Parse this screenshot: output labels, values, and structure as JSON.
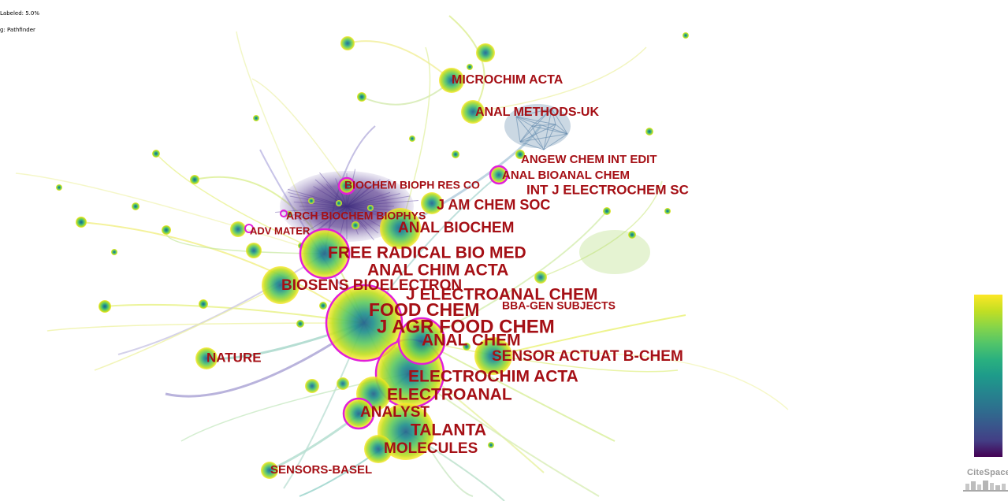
{
  "meta_lines": [
    "Labeled: 5.0%",
    "g: Pathfinder"
  ],
  "colors": {
    "label": "#a50f15",
    "burst_ring": "#e11fd8",
    "node_core": "#2a8a8a",
    "node_outer": "#e8e832"
  },
  "legend": {
    "type": "color-bar",
    "scale": "viridis (top yellow → bottom purple)"
  },
  "logo_text": "CiteSpace",
  "journals": [
    {
      "name": "MICROCHIM ACTA",
      "size": 16
    },
    {
      "name": "ANAL METHODS-UK",
      "size": 16
    },
    {
      "name": "ANGEW CHEM INT EDIT",
      "size": 15
    },
    {
      "name": "ANAL BIOANAL CHEM",
      "size": 15
    },
    {
      "name": "INT J ELECTROCHEM SC",
      "size": 17
    },
    {
      "name": "BIOCHEM BIOPH RES CO",
      "size": 14
    },
    {
      "name": "J AM CHEM SOC",
      "size": 18
    },
    {
      "name": "ARCH BIOCHEM BIOPHYS",
      "size": 14
    },
    {
      "name": "ADV MATER",
      "size": 13
    },
    {
      "name": "ANAL BIOCHEM",
      "size": 19
    },
    {
      "name": "FREE RADICAL BIO MED",
      "size": 21
    },
    {
      "name": "ANAL CHIM ACTA",
      "size": 21
    },
    {
      "name": "BIOSENS BIOELECTRON",
      "size": 19
    },
    {
      "name": "J ELECTROANAL CHEM",
      "size": 21
    },
    {
      "name": "FOOD CHEM",
      "size": 23
    },
    {
      "name": "BBA-GEN SUBJECTS",
      "size": 14
    },
    {
      "name": "J AGR FOOD CHEM",
      "size": 24
    },
    {
      "name": "ANAL CHEM",
      "size": 21
    },
    {
      "name": "SENSOR ACTUAT B-CHEM",
      "size": 19
    },
    {
      "name": "NATURE",
      "size": 17
    },
    {
      "name": "ELECTROCHIM ACTA",
      "size": 21
    },
    {
      "name": "ELECTROANAL",
      "size": 21
    },
    {
      "name": "ANALYST",
      "size": 19
    },
    {
      "name": "TALANTA",
      "size": 21
    },
    {
      "name": "MOLECULES",
      "size": 19
    },
    {
      "name": "SENSORS-BASEL",
      "size": 15
    }
  ]
}
